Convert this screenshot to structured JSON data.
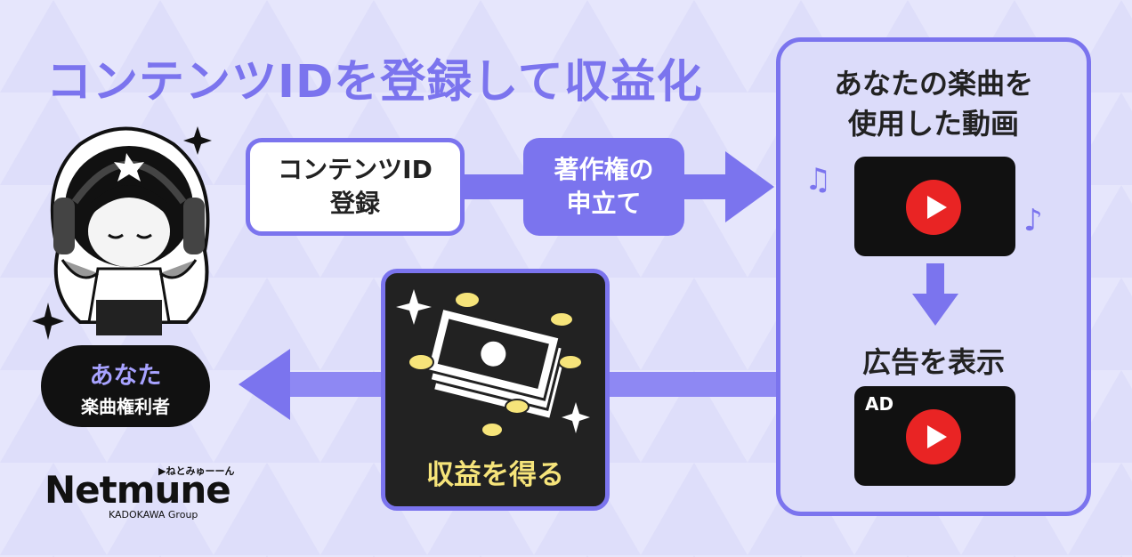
{
  "title": "コンテンツIDを登録して収益化",
  "steps": {
    "register": "コンテンツID\n登録",
    "claim": "著作権の\n申立て"
  },
  "panel": {
    "video_heading": "あなたの楽曲を\n使用した動画",
    "ad_heading": "広告を表示",
    "ad_badge": "AD"
  },
  "revenue": {
    "label": "収益を得る"
  },
  "rights_holder": {
    "name": "あなた",
    "role": "楽曲権利者"
  },
  "brand": {
    "logo": "Netmune",
    "tagline": "▶ねとみゅーーん",
    "group": "KADOKAWA Group"
  },
  "notes": {
    "left": "♫",
    "right": "♪"
  },
  "colors": {
    "accent": "#7b74ee",
    "play_red": "#e92424",
    "coin": "#f6e47a",
    "dark": "#222222"
  }
}
